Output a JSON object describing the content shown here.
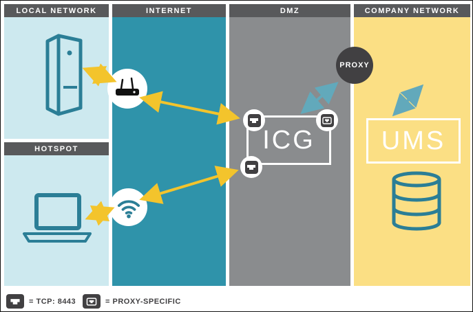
{
  "panels": {
    "local_network": "LOCAL NETWORK",
    "hotspot": "HOTSPOT",
    "internet": "INTERNET",
    "dmz": "DMZ",
    "company_network": "COMPANY NETWORK"
  },
  "nodes": {
    "icg_label": "ICG",
    "ums_label": "UMS",
    "proxy_label": "PROXY"
  },
  "legend": {
    "tcp_label": "= TCP: 8443",
    "proxy_specific_label": "= PROXY-SPECIFIC"
  },
  "colors": {
    "header_bar": "#58595b",
    "local_bg": "#cde9ef",
    "internet_bg": "#2f93aa",
    "dmz_bg": "#8a8c8e",
    "company_bg": "#fbdf84",
    "device_teal": "#2b7e96",
    "arrow_yellow": "#f3c42c",
    "arrow_teal": "#62a9bb",
    "proxy_bg": "#414042"
  }
}
